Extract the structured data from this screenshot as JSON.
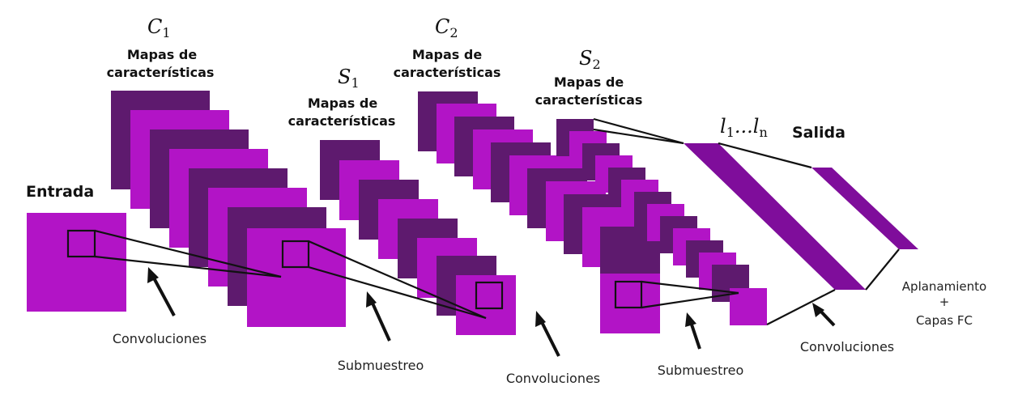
{
  "labels": {
    "input_title": "Entrada",
    "c1_symbol": "C",
    "c1_sub": "1",
    "c1_line1": "Mapas de",
    "c1_line2": "características",
    "s1_symbol": "S",
    "s1_sub": "1",
    "s1_line1": "Mapas de",
    "s1_line2": "características",
    "c2_symbol": "C",
    "c2_sub": "2",
    "c2_line1": "Mapas de",
    "c2_line2": "características",
    "s2_symbol": "S",
    "s2_sub": "2",
    "s2_line1": "Mapas de",
    "s2_line2": "características",
    "fc_symbol_l1": "l",
    "fc_sub_1": "1",
    "fc_dots": "...",
    "fc_symbol_ln": "l",
    "fc_sub_n": "n",
    "output_title": "Salida",
    "conv1": "Convoluciones",
    "sub1": "Submuestreo",
    "conv2": "Convoluciones",
    "sub2": "Submuestreo",
    "conv3": "Convoluciones",
    "flatten_line1": "Aplanamiento",
    "flatten_plus": "+",
    "flatten_line2": "Capas FC"
  },
  "colors": {
    "dark_map": "#5e1a6e",
    "light_map": "#b214c6",
    "flat_layer": "#7f0d9b"
  }
}
